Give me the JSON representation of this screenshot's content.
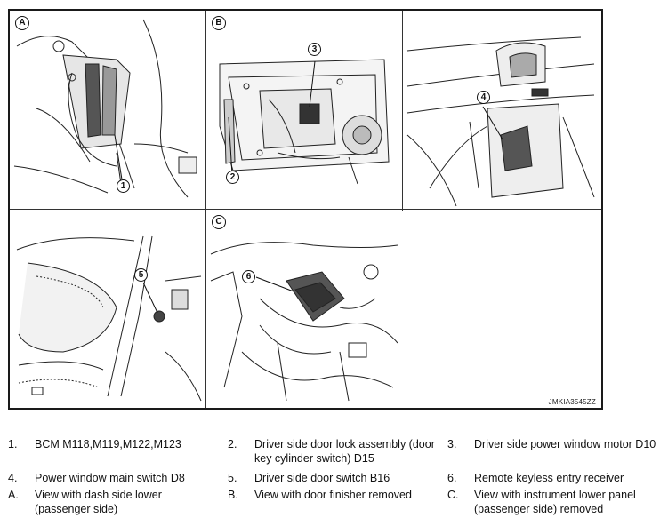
{
  "figure": {
    "code": "JMKIA3545ZZ",
    "panels": [
      {
        "letter": "A",
        "callouts": [
          "1"
        ]
      },
      {
        "letter": "B",
        "callouts": [
          "2",
          "3"
        ]
      },
      {
        "letter": "",
        "callouts": [
          "4"
        ]
      },
      {
        "letter": "",
        "callouts": [
          "5"
        ]
      },
      {
        "letter": "C",
        "callouts": [
          "6"
        ]
      }
    ]
  },
  "legend": [
    {
      "num": "1.",
      "text": "BCM M118,M119,M122,M123"
    },
    {
      "num": "2.",
      "text": "Driver side door lock assembly (door key cylinder switch) D15"
    },
    {
      "num": "3.",
      "text": "Driver side power window motor D10"
    },
    {
      "num": "4.",
      "text": "Power window main switch D8"
    },
    {
      "num": "5.",
      "text": "Driver side door switch B16"
    },
    {
      "num": "6.",
      "text": "Remote keyless entry receiver"
    },
    {
      "num": "A.",
      "text": "View with dash side lower (passenger side)"
    },
    {
      "num": "B.",
      "text": "View with door finisher removed"
    },
    {
      "num": "C.",
      "text": "View with instrument lower panel (passenger side) removed"
    }
  ]
}
